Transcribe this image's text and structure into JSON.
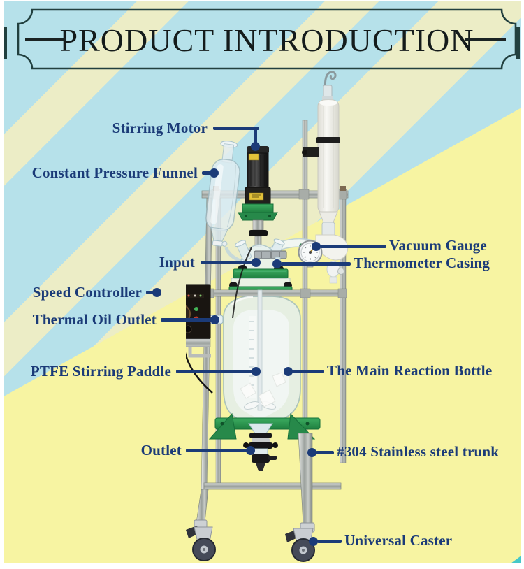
{
  "title": {
    "text": "PRODUCT INTRODUCTION"
  },
  "labels": [
    {
      "id": "stirring-motor",
      "text": "Stirring Motor",
      "side": "left"
    },
    {
      "id": "constant-pressure-funnel",
      "text": "Constant Pressure Funnel",
      "side": "left"
    },
    {
      "id": "input",
      "text": "Input",
      "side": "left"
    },
    {
      "id": "speed-controller",
      "text": "Speed Controller",
      "side": "left"
    },
    {
      "id": "thermal-oil-outlet",
      "text": "Thermal Oil Outlet",
      "side": "left"
    },
    {
      "id": "ptfe-stirring-paddle",
      "text": "PTFE Stirring Paddle",
      "side": "left"
    },
    {
      "id": "outlet",
      "text": "Outlet",
      "side": "left"
    },
    {
      "id": "vacuum-gauge",
      "text": "Vacuum Gauge",
      "side": "right"
    },
    {
      "id": "thermometer-casing",
      "text": "Thermometer Casing",
      "side": "right"
    },
    {
      "id": "main-reaction-bottle",
      "text": "The Main Reaction Bottle",
      "side": "right"
    },
    {
      "id": "stainless-trunk",
      "text": "#304 Stainless steel trunk",
      "side": "right"
    },
    {
      "id": "universal-caster",
      "text": "Universal Caster",
      "side": "right"
    }
  ],
  "colors": {
    "label_navy": "#1b3b78",
    "bg_blue": "#b6e1ea",
    "bg_stripe": "#ecedc6",
    "bg_yellow": "#f7f4a2",
    "frame_dark": "#22403f",
    "machine_green": "#2f9e54",
    "teal_corner": "#45c8c9"
  }
}
